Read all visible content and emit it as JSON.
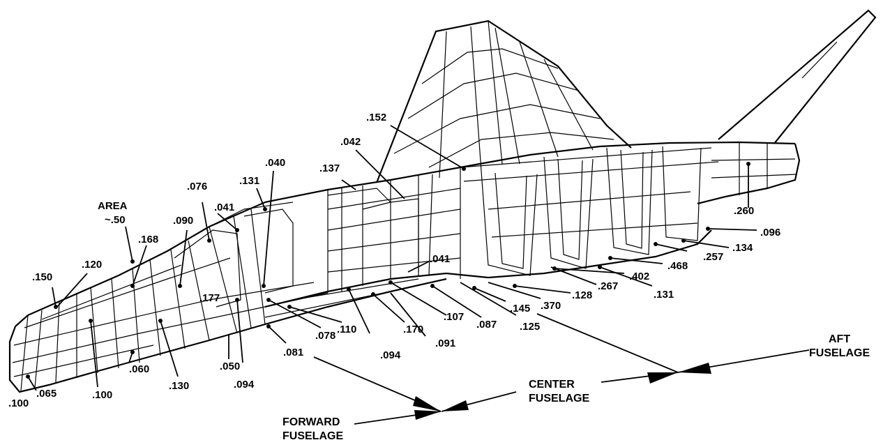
{
  "figure": {
    "thickness_labels": {
      "area_label": "AREA",
      "area_value": "~.50",
      "nose_150": ".150",
      "nose_120": ".120",
      "nose_100_bottom": ".100",
      "nose_065": ".065",
      "nose_100_mid": ".100",
      "fwd_060": ".060",
      "fwd_168": ".168",
      "fwd_090": ".090",
      "fwd_076": ".076",
      "fwd_041_top": ".041",
      "fwd_131_top": ".131",
      "fwd_040": ".040",
      "fwd_177": ".177",
      "fwd_130": ".130",
      "fwd_050": ".050",
      "fwd_094_low": ".094",
      "fwd_081": ".081",
      "ctr_078": ".078",
      "ctr_110": ".110",
      "ctr_094": ".094",
      "ctr_170": ".170",
      "ctr_091": ".091",
      "ctr_107": ".107",
      "ctr_087": ".087",
      "ctr_125": ".125",
      "ctr_145": ".145",
      "ctr_370": ".370",
      "ctr_128": ".128",
      "ctr_267": ".267",
      "ctr_402": ".402",
      "ctr_131": ".131",
      "ctr_041": ".041",
      "ctr_137": ".137",
      "ctr_042": ".042",
      "ctr_152": ".152",
      "aft_468": ".468",
      "aft_257": ".257",
      "aft_134": ".134",
      "aft_096": ".096",
      "aft_260": ".260"
    },
    "sections": {
      "forward_line1": "FORWARD",
      "forward_line2": "FUSELAGE",
      "center_line1": "CENTER",
      "center_line2": "FUSELAGE",
      "aft_line1": "AFT",
      "aft_line2": "FUSELAGE"
    }
  }
}
